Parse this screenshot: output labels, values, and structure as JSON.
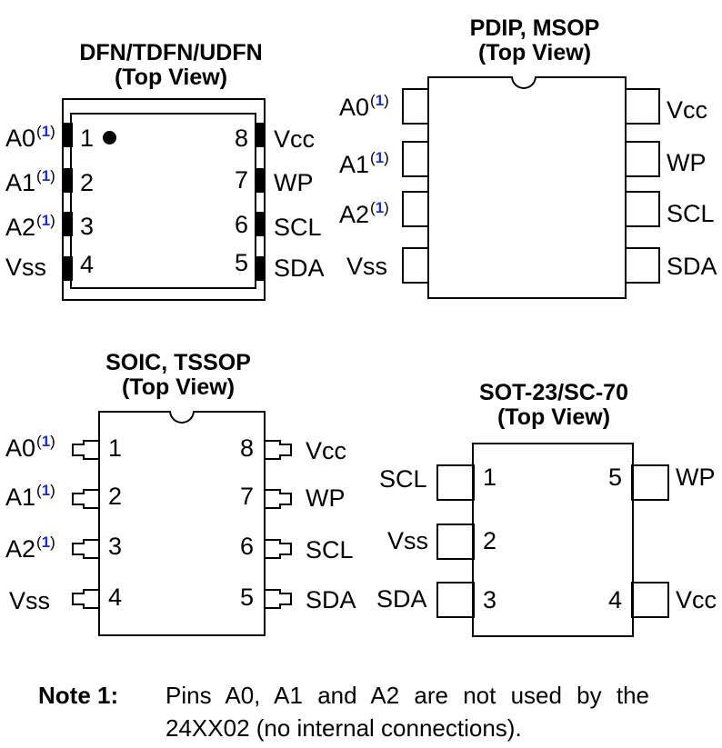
{
  "dfn": {
    "title_line1": "DFN/TDFN/UDFN",
    "title_line2": "(Top View)",
    "pins_left": [
      {
        "name": "A0",
        "sup": "1",
        "num": "1"
      },
      {
        "name": "A1",
        "sup": "1",
        "num": "2"
      },
      {
        "name": "A2",
        "sup": "1",
        "num": "3"
      },
      {
        "name": "Vss",
        "sup": "",
        "num": "4"
      }
    ],
    "pins_right": [
      {
        "name": "Vcc",
        "num": "8"
      },
      {
        "name": "WP",
        "num": "7"
      },
      {
        "name": "SCL",
        "num": "6"
      },
      {
        "name": "SDA",
        "num": "5"
      }
    ]
  },
  "pdip": {
    "title_line1": "PDIP, MSOP",
    "title_line2": "(Top View)",
    "pins_left": [
      {
        "name": "A0",
        "sup": "1"
      },
      {
        "name": "A1",
        "sup": "1"
      },
      {
        "name": "A2",
        "sup": "1"
      },
      {
        "name": "Vss",
        "sup": ""
      }
    ],
    "pins_right": [
      {
        "name": "Vcc"
      },
      {
        "name": "WP"
      },
      {
        "name": "SCL"
      },
      {
        "name": "SDA"
      }
    ]
  },
  "soic": {
    "title_line1": "SOIC, TSSOP",
    "title_line2": "(Top View)",
    "pins_left": [
      {
        "name": "A0",
        "sup": "1",
        "num": "1"
      },
      {
        "name": "A1",
        "sup": "1",
        "num": "2"
      },
      {
        "name": "A2",
        "sup": "1",
        "num": "3"
      },
      {
        "name": "Vss",
        "sup": "",
        "num": "4"
      }
    ],
    "pins_right": [
      {
        "name": "Vcc",
        "num": "8"
      },
      {
        "name": "WP",
        "num": "7"
      },
      {
        "name": "SCL",
        "num": "6"
      },
      {
        "name": "SDA",
        "num": "5"
      }
    ]
  },
  "sot": {
    "title_line1": "SOT-23/SC-70",
    "title_line2": "(Top View)",
    "pins_left": [
      {
        "name": "SCL",
        "num": "1"
      },
      {
        "name": "Vss",
        "num": "2"
      },
      {
        "name": "SDA",
        "num": "3"
      }
    ],
    "pins_right": [
      {
        "name": "WP",
        "num": "5"
      },
      {
        "name": "Vcc",
        "num": "4"
      }
    ]
  },
  "note": {
    "label": "Note 1:",
    "line1": "Pins A0, A1 and A2 are not used by the",
    "line2": "24XX02 (no internal connections)."
  },
  "colors": {
    "note_ref": "#1a2fd8"
  }
}
